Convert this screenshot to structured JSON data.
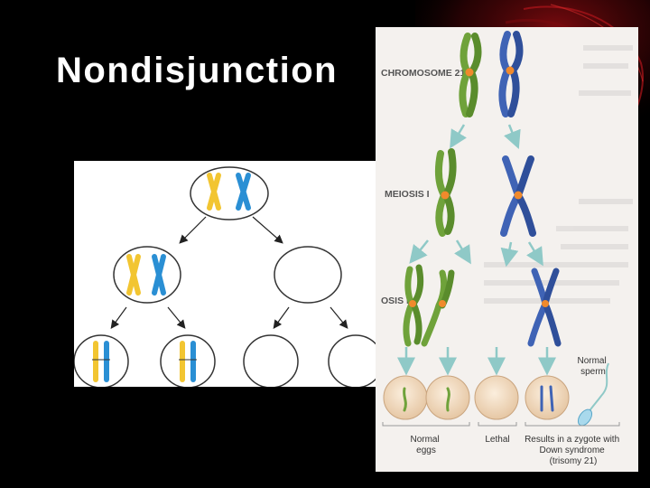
{
  "slide": {
    "title": "Nondisjunction",
    "background_color": "#000000",
    "title_color": "#ffffff"
  },
  "left_diagram": {
    "colors": {
      "maternal": "#f2c531",
      "paternal": "#2a8fd4",
      "outline": "#222222"
    }
  },
  "right_diagram": {
    "chromosome_label": "CHROMOSOME 21",
    "meiosis1_label": "MEIOSIS I",
    "meiosis2_label": "OSIS II",
    "sperm_label_line1": "Normal",
    "sperm_label_line2": "sperm",
    "caption_normal_line1": "Normal",
    "caption_normal_line2": "eggs",
    "caption_lethal": "Lethal",
    "caption_down_line1": "Results in a zygote with",
    "caption_down_line2": "Down syndrome",
    "caption_down_line3": "(trisomy 21)",
    "colors": {
      "green": "#6fa23a",
      "blue": "#3f63b5",
      "centromere": "#f08a2c",
      "arrow": "#8fc9c7",
      "egg": "#f0d8bc"
    }
  }
}
